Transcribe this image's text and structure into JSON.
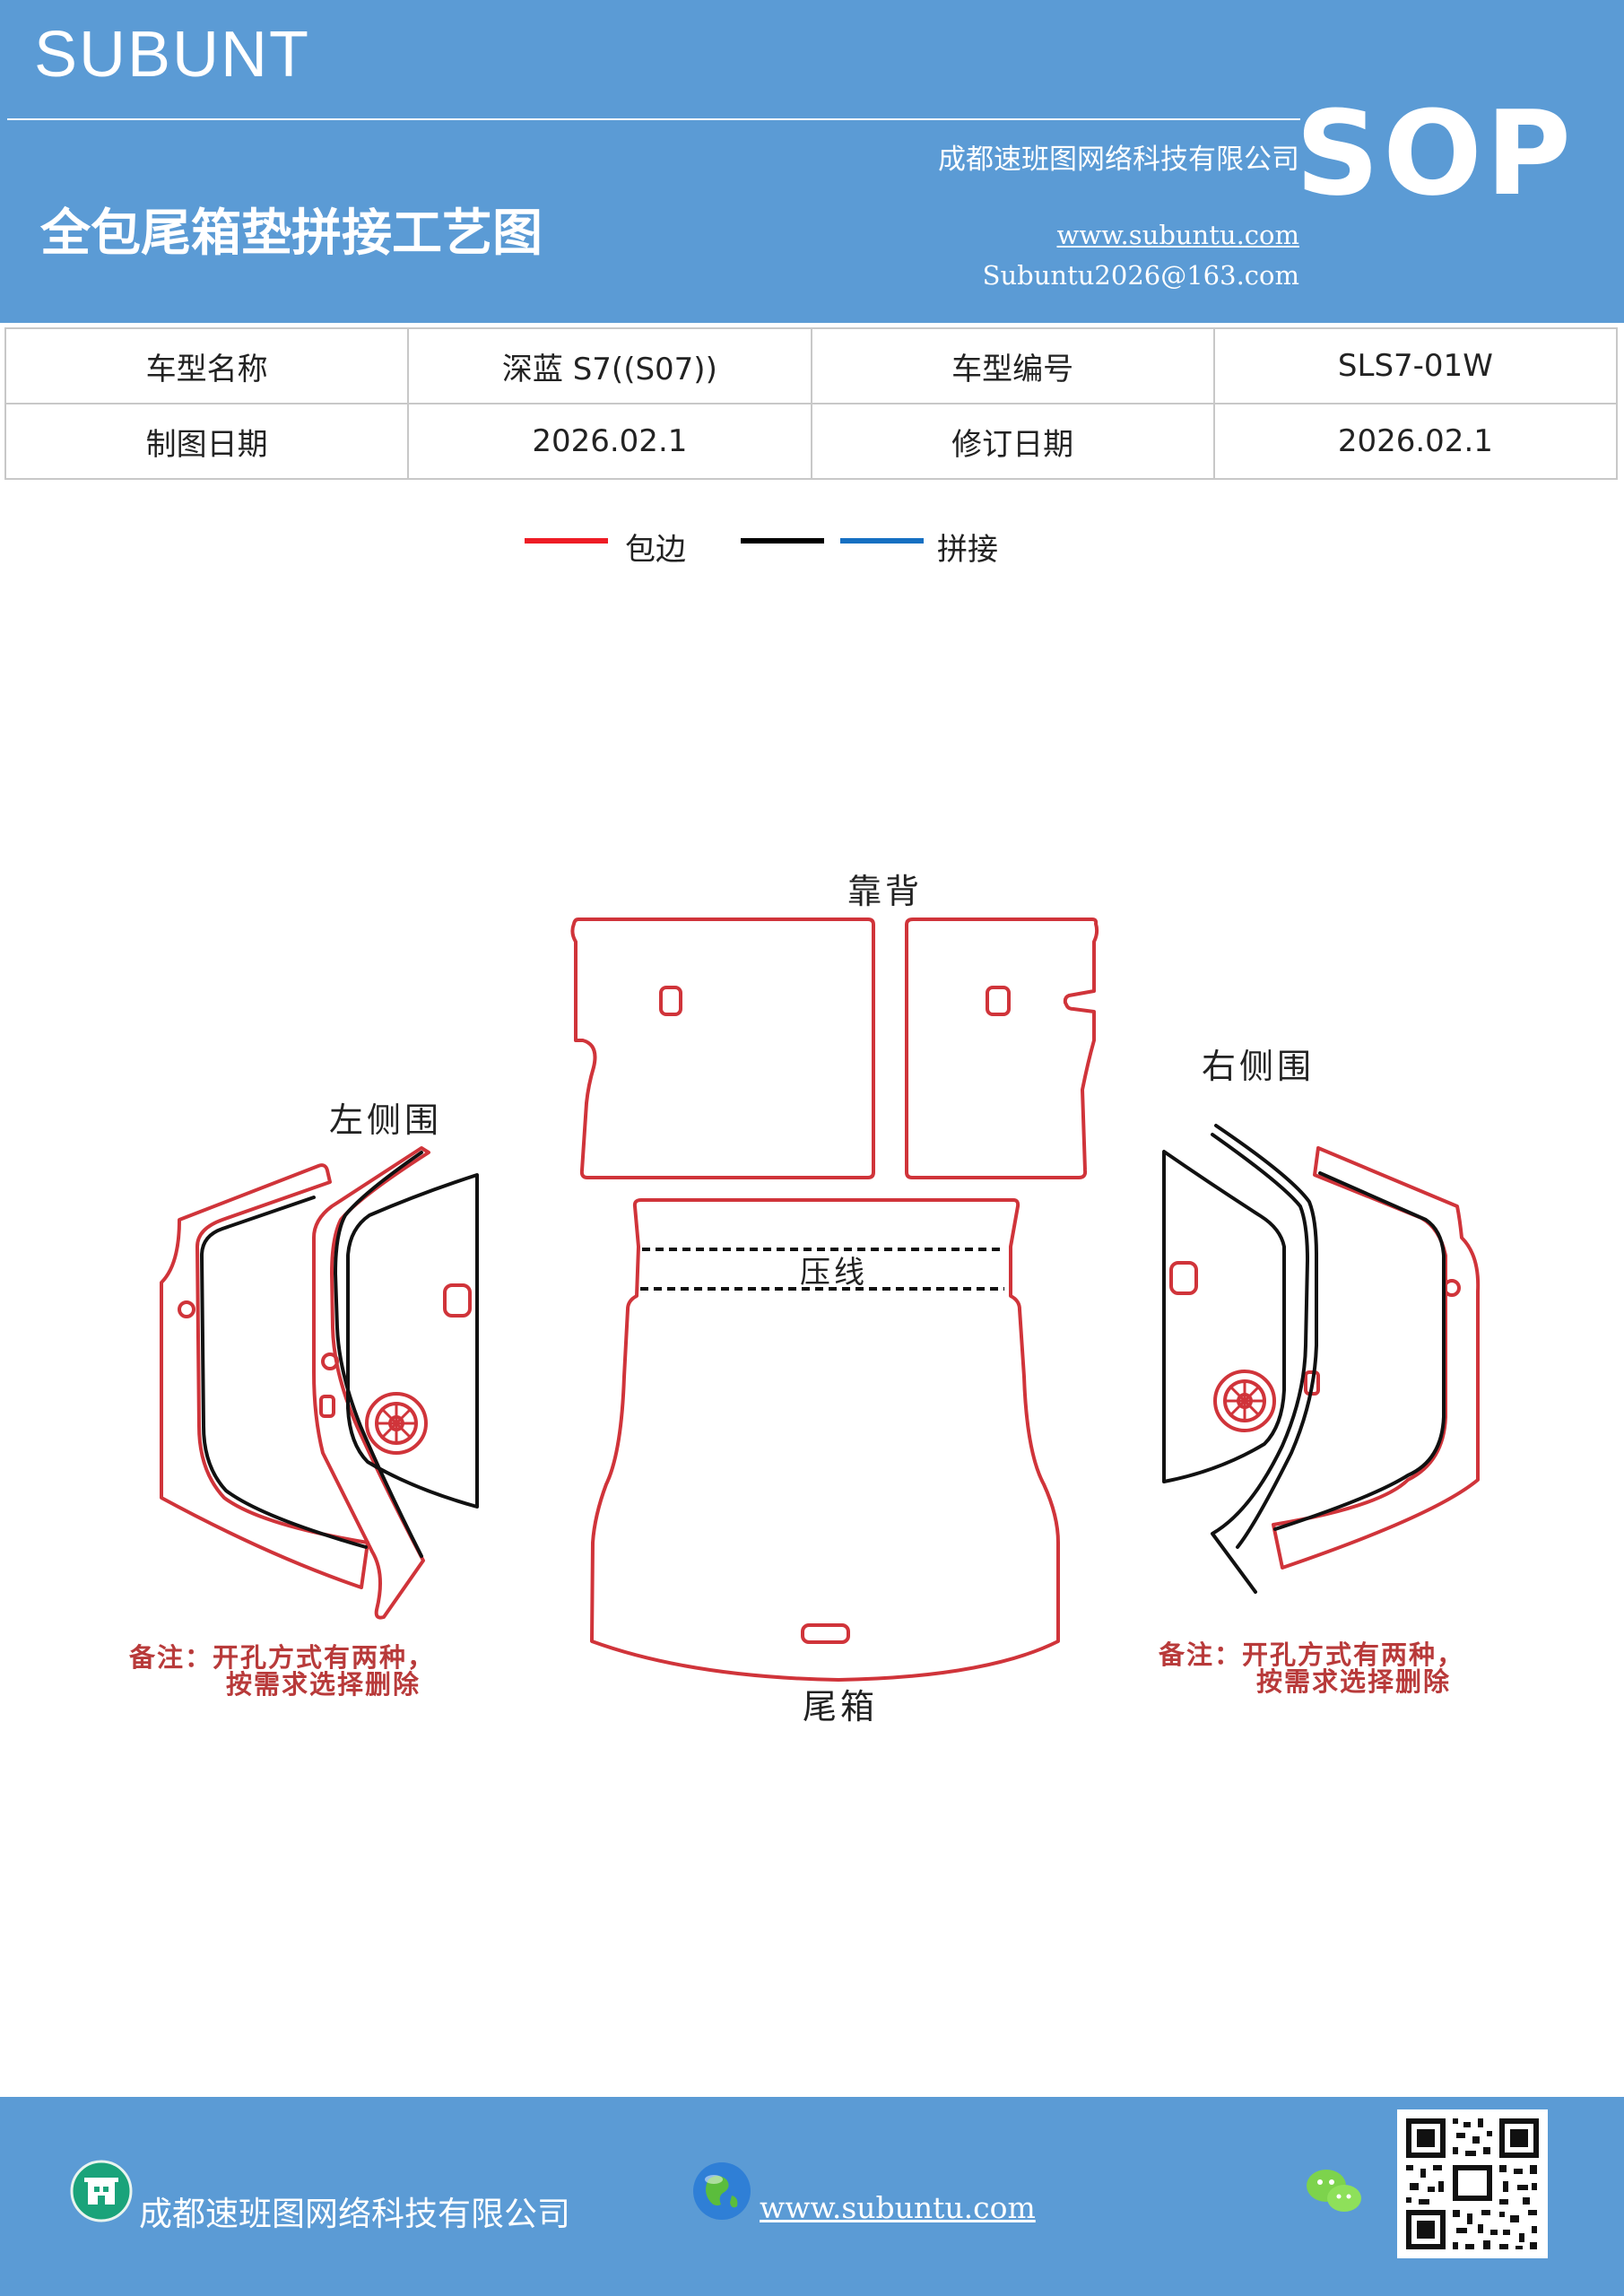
{
  "header": {
    "brand": "SUBUNT",
    "sop": "SOP",
    "company": "成都速班图网络科技有限公司",
    "title": "全包尾箱垫拼接工艺图",
    "website": "www.subuntu.com",
    "email": "Subuntu2026@163.com"
  },
  "info_table": {
    "rows": [
      [
        "车型名称",
        "深蓝 S7((S07))",
        "车型编号",
        "SLS7-01W"
      ],
      [
        "制图日期",
        "2026.02.1",
        "修订日期",
        "2026.02.1"
      ]
    ]
  },
  "legend": {
    "items": [
      {
        "label": "包边",
        "colors": [
          "#ee1c25"
        ]
      },
      {
        "label": "拼接",
        "colors": [
          "#000000",
          "#1670c2"
        ]
      }
    ]
  },
  "diagram": {
    "labels": {
      "backrest": "靠背",
      "left_side": "左侧围",
      "right_side": "右侧围",
      "trunk": "尾箱",
      "crease": "压线"
    },
    "notes": {
      "left": [
        "备注：开孔方式有两种，",
        "按需求选择删除"
      ],
      "right": [
        "备注：开孔方式有两种，",
        "按需求选择删除"
      ]
    },
    "colors": {
      "edge": "#d0343a",
      "seam": "#111111",
      "note": "#b83a3a"
    }
  },
  "footer": {
    "company": "成都速班图网络科技有限公司",
    "website": "www.subuntu.com"
  },
  "colors": {
    "header_bg": "#5b9bd5",
    "footer_bg": "#5b9bd5"
  }
}
